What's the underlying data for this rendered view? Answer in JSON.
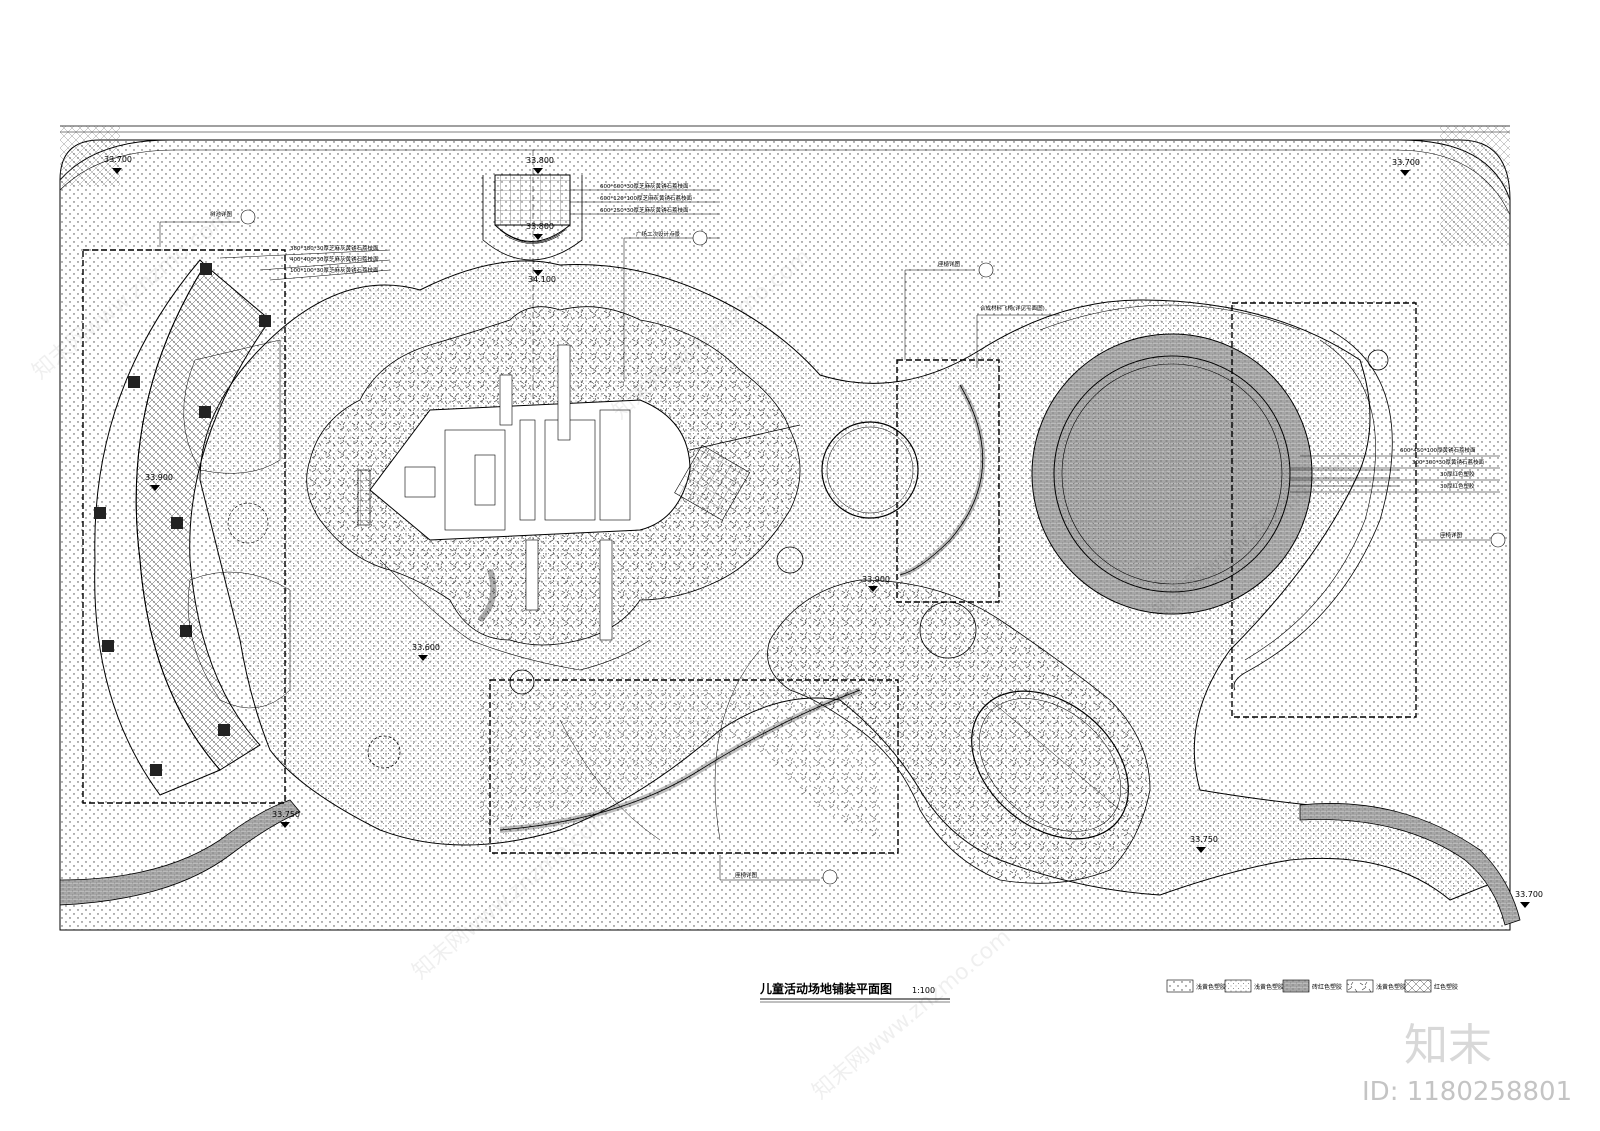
{
  "title": "儿童活动场地铺装平面图",
  "scale": "1:100",
  "elevations": [
    {
      "id": "e1",
      "label": "33.700"
    },
    {
      "id": "e2",
      "label": "33.800"
    },
    {
      "id": "e3",
      "label": "33.800"
    },
    {
      "id": "e4",
      "label": "34.100"
    },
    {
      "id": "e5",
      "label": "33.700"
    },
    {
      "id": "e6",
      "label": "33.900"
    },
    {
      "id": "e7",
      "label": "33.600"
    },
    {
      "id": "e8",
      "label": "33.900"
    },
    {
      "id": "e9",
      "label": "33.750"
    },
    {
      "id": "e10",
      "label": "33.750"
    },
    {
      "id": "e11",
      "label": "33.700"
    }
  ],
  "callouts": {
    "top_right_of_entry": [
      "600*600*30厚芝麻灰黄锈石荔枝面",
      "600*120*100厚芝麻灰黄锈石荔枝面",
      "600*250*30厚芝麻灰黄锈石荔枝面"
    ],
    "left_arc": [
      "380*380*30厚芝麻灰黄锈石荔枝面",
      "400*400*30厚芝麻灰黄锈石荔枝面",
      "100*100*30厚芝麻灰黄锈石荔枝面"
    ],
    "right_circle": [
      "600*450*100厚黄锈石荔枝面",
      "300*300*30厚黄锈石荔枝面",
      "30厚红色塑胶",
      "30厚红色塑胶"
    ],
    "detail_marks": [
      "树池详图",
      "广场二次设计点景",
      "座椅详图",
      "合成材料飞椅(详见平面图)",
      "座椅详图",
      "座椅详图"
    ]
  },
  "legend": [
    {
      "label": "浅黄色塑胶"
    },
    {
      "label": "浅黄色塑胶"
    },
    {
      "label": "砖红色塑胶"
    },
    {
      "label": "浅黄色塑胶"
    },
    {
      "label": "红色塑胶"
    }
  ],
  "watermark": {
    "brand": "知末",
    "id": "ID: 1180258801",
    "diag": "知末网www.znzmo.com"
  }
}
